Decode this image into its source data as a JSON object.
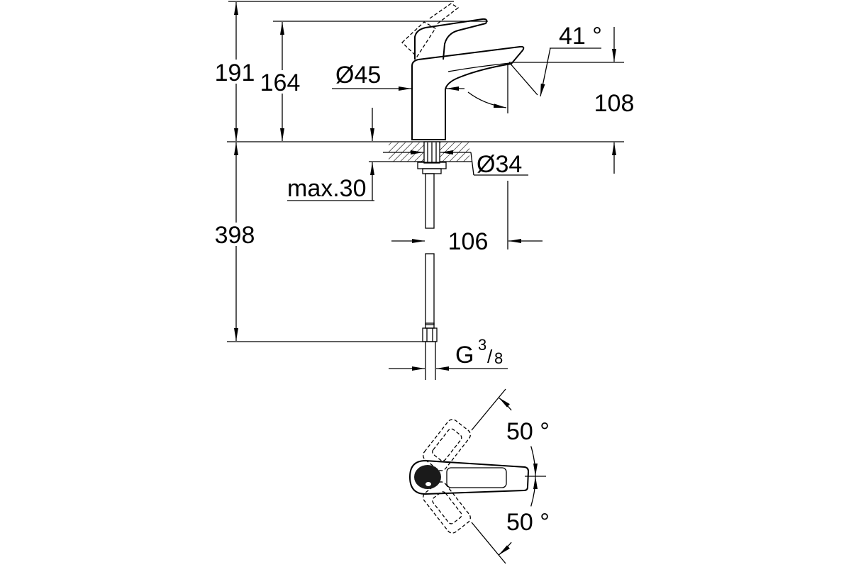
{
  "drawing": {
    "elevation": {
      "height_overall": "191",
      "height_lever": "164",
      "body_diameter": "Ø45",
      "spout_angle": "41 °",
      "spout_height": "108",
      "hole_diameter": "Ø34",
      "counter_thickness": "max.30",
      "hose_length": "398",
      "spout_projection": "106",
      "connection": {
        "prefix": "G",
        "numerator": "3",
        "slash": "/",
        "denominator": "8"
      }
    },
    "plan": {
      "rotation_upper": "50 °",
      "rotation_lower": "50 °"
    }
  },
  "colors": {
    "line": "#000000",
    "background": "#ffffff"
  }
}
